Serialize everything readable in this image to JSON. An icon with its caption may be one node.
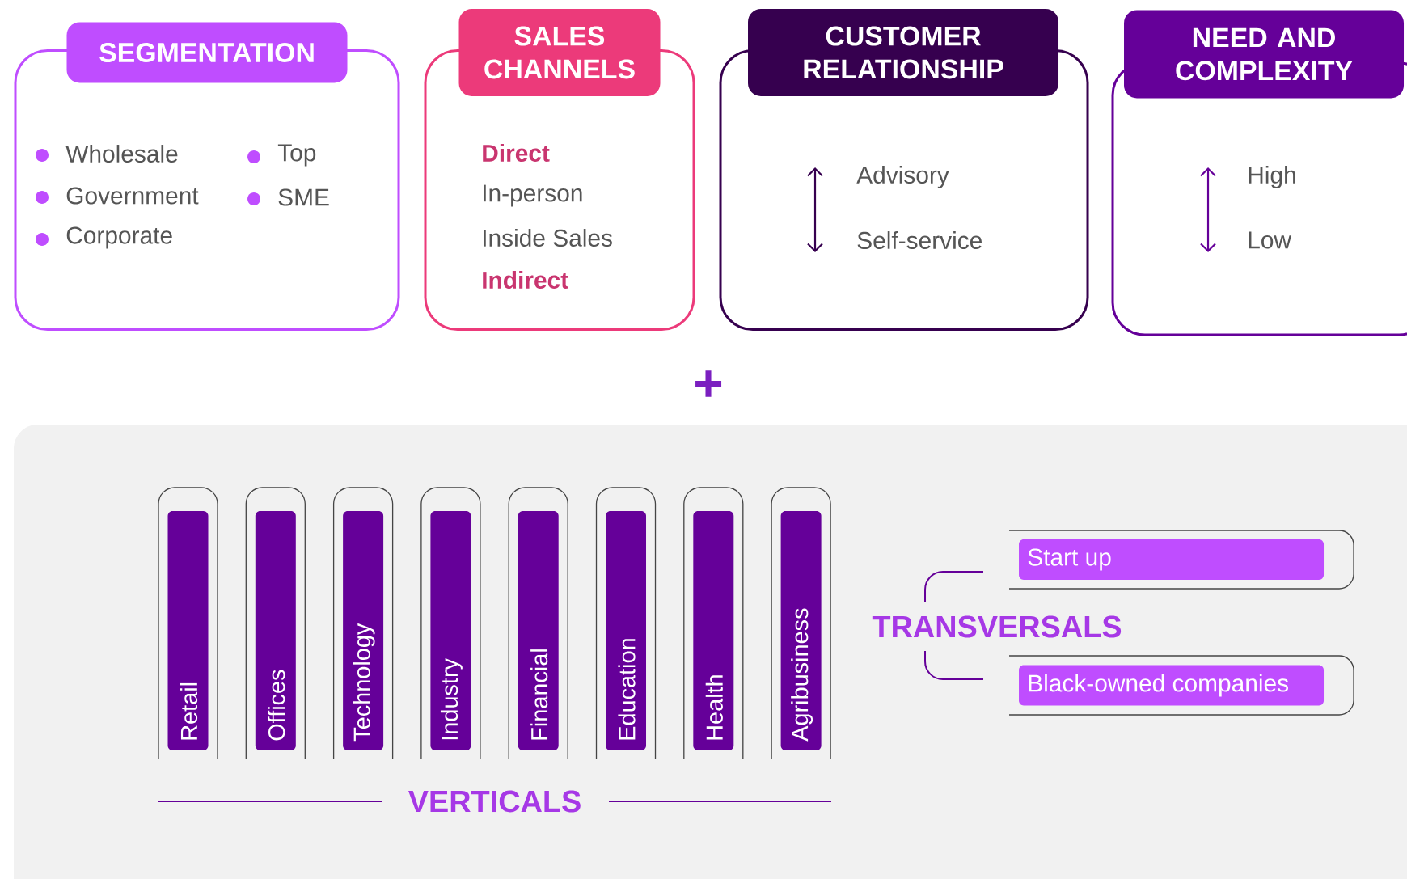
{
  "diagram": {
    "nodes": [
      {
        "text": [
          "SEGMENTATION",
          "Wholesale",
          "Government",
          "Corporate",
          "Top",
          "SME"
        ]
      },
      {
        "text": [
          "SALES CHANNELS",
          "Direct",
          "In-person",
          "Inside Sales",
          "Indirect"
        ]
      },
      {
        "text": [
          "CUSTOMER RELATIONSHIP",
          "Advisory",
          "Self-service"
        ]
      },
      {
        "text": [
          "NEED AND COMPLEXITY",
          "High",
          "Low"
        ]
      },
      {
        "text": [
          "Retail"
        ]
      },
      {
        "text": [
          "Offices"
        ]
      },
      {
        "text": [
          "Technology"
        ]
      },
      {
        "text": [
          "Industry"
        ]
      },
      {
        "text": [
          "Financial"
        ]
      },
      {
        "text": [
          "Education"
        ]
      },
      {
        "text": [
          "Health"
        ]
      },
      {
        "text": [
          "Agribusiness"
        ]
      },
      {
        "text": [
          "Start up"
        ]
      },
      {
        "text": [
          "Black-owned companies"
        ]
      }
    ],
    "edges": [],
    "labels": [
      "+",
      "TRANSVERSALS",
      "VERTICALS"
    ]
  }
}
